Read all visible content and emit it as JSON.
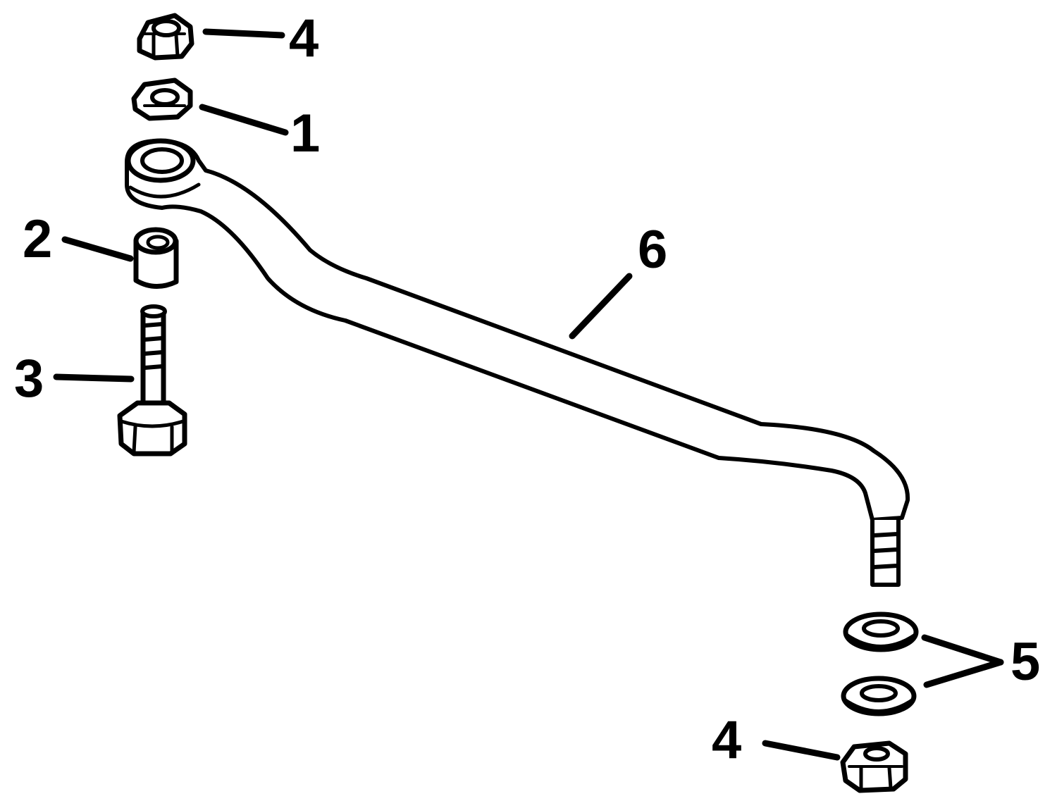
{
  "diagram": {
    "ink_color": "#000000",
    "background": "#ffffff",
    "callouts": [
      {
        "id": "nut-top",
        "label": "4"
      },
      {
        "id": "nut-flat",
        "label": "1"
      },
      {
        "id": "spacer",
        "label": "2"
      },
      {
        "id": "bolt",
        "label": "3"
      },
      {
        "id": "link-rod",
        "label": "6"
      },
      {
        "id": "washers",
        "label": "5"
      },
      {
        "id": "nut-bottom",
        "label": "4"
      }
    ]
  }
}
